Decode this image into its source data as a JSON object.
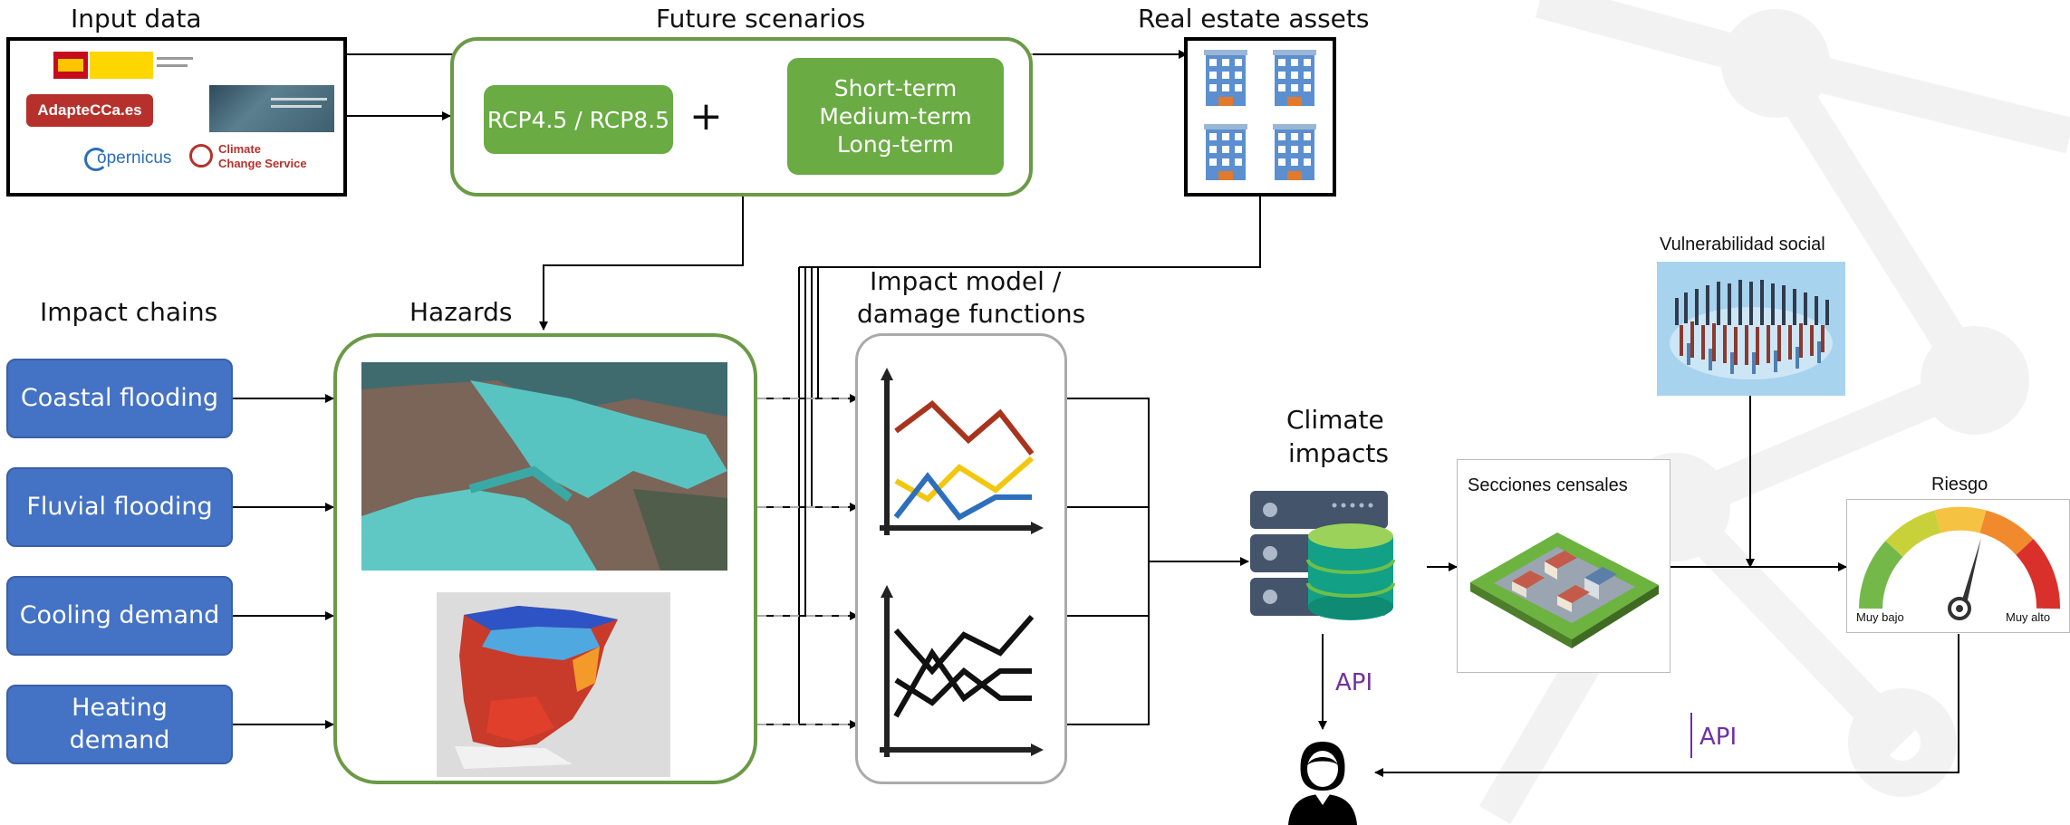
{
  "labels": {
    "input_data": "Input data",
    "future_scenarios": "Future scenarios",
    "real_estate_assets": "Real estate assets",
    "impact_chains": "Impact chains",
    "hazards": "Hazards",
    "impact_model_line1": "Impact model /",
    "impact_model_line2": "damage functions",
    "climate_impacts_line1": "Climate",
    "climate_impacts_line2": "impacts",
    "vulnerabilidad_social": "Vulnerabilidad social",
    "secciones_censales": "Secciones censales",
    "riesgo": "Riesgo",
    "muy_bajo": "Muy bajo",
    "muy_alto": "Muy alto",
    "api_1": "API",
    "api_2": "API"
  },
  "input_logos": {
    "adaptecca": "AdapteCCa.es",
    "copernicus": "opernicus",
    "climate_line1": "Climate",
    "climate_line2": "Change Service"
  },
  "scenarios": {
    "rcp": "RCP4.5 / RCP8.5",
    "plus": "+",
    "term_short": "Short-term",
    "term_medium": "Medium-term",
    "term_long": "Long-term"
  },
  "impact_chains": [
    {
      "line1": "Coastal flooding",
      "line2": ""
    },
    {
      "line1": "Fluvial flooding",
      "line2": ""
    },
    {
      "line1": "Cooling demand",
      "line2": ""
    },
    {
      "line1": "Heating",
      "line2": "demand"
    }
  ],
  "colors": {
    "chain_blue": "#4472c4",
    "green_fill": "#6aab44",
    "green_border": "#6b9a47",
    "api_purple": "#7030a0"
  }
}
